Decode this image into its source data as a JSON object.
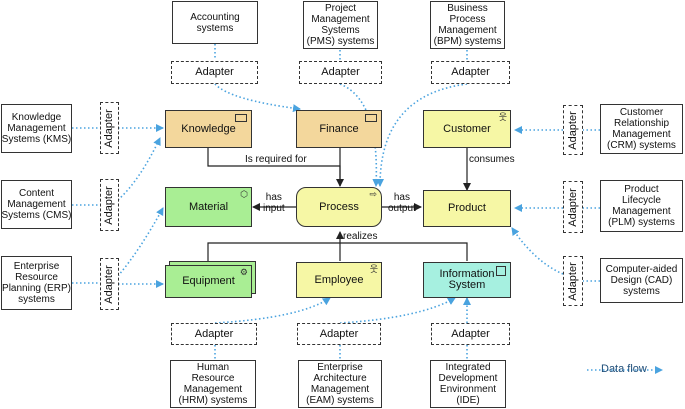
{
  "external_systems": {
    "accounting": "Accounting\nsystems",
    "pms": "Project\nManagement\nSystems\n(PMS) systems",
    "bpm": "Business\nProcess\nManagement\n(BPM) systems",
    "kms": "Knowledge\nManagement\nSystems (KMS)",
    "cms": "Content\nManagement\nSystems (CMS)",
    "erp": "Enterprise\nResource\nPlanning (ERP)\nsystems",
    "crm": "Customer\nRelationship\nManagement\n(CRM) systems",
    "plm": "Product\nLifecycle\nManagement\n(PLM) systems",
    "cad": "Computer-aided\nDesign (CAD)\nsystems",
    "hrm": "Human\nResource\nManagement\n(HRM) systems",
    "eam": "Enterprise\nArchitecture\nManagement\n(EAM) systems",
    "ide": "Integrated\nDevelopment\nEnvironment\n(IDE)"
  },
  "adapter_label": "Adapter",
  "elements": {
    "knowledge": "Knowledge",
    "finance": "Finance",
    "customer": "Customer",
    "material": "Material",
    "process": "Process",
    "product": "Product",
    "equipment": "Equipment",
    "employee": "Employee",
    "information_system": "Information\nSystem"
  },
  "relations": {
    "is_required_for": "Is required for",
    "consumes": "consumes",
    "has_input": "has\ninput",
    "has_output": "has\noutput",
    "realizes": "realizes"
  },
  "legend": {
    "data_flow": "Data flow"
  },
  "colors": {
    "data_flow": "#4aa3df",
    "arrow": "#222222",
    "tan": "#f3d79c",
    "yellow": "#f6f7a5",
    "green": "#a9ee94",
    "cyan": "#a6f0e0"
  }
}
